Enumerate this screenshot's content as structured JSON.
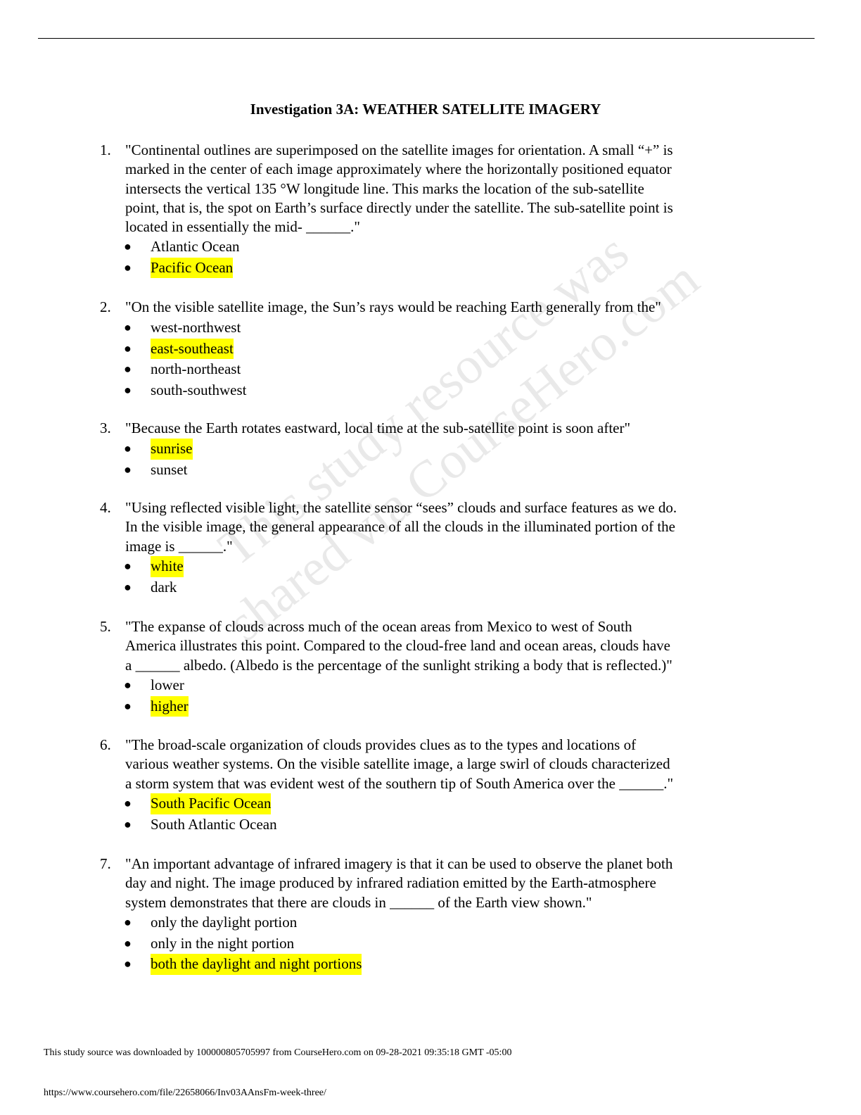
{
  "title": "Investigation 3A:  WEATHER SATELLITE IMAGERY",
  "questions": [
    {
      "number": "1.",
      "text": "\"Continental outlines are superimposed on the satellite images for orientation. A small “+” is\nmarked in the center of each image approximately where the horizontally positioned equator\nintersects the vertical 135 °W longitude line. This marks the location of the sub-satellite\npoint, that is, the spot on Earth’s surface directly under the satellite. The sub-satellite point is\nlocated in essentially the mid- ______.\"",
      "options": [
        {
          "label": "Atlantic Ocean",
          "highlighted": false
        },
        {
          "label": "Pacific Ocean",
          "highlighted": true
        }
      ]
    },
    {
      "number": "2.",
      "text": "\"On the visible satellite image, the Sun’s rays would be reaching Earth generally from the\"",
      "options": [
        {
          "label": "west-northwest",
          "highlighted": false
        },
        {
          "label": "east-southeast",
          "highlighted": true
        },
        {
          "label": "north-northeast",
          "highlighted": false
        },
        {
          "label": "south-southwest",
          "highlighted": false
        }
      ]
    },
    {
      "number": "3.",
      "text": "\"Because the Earth rotates eastward, local time at the sub-satellite point is soon after\"",
      "options": [
        {
          "label": "sunrise",
          "highlighted": true
        },
        {
          "label": "sunset",
          "highlighted": false
        }
      ]
    },
    {
      "number": "4.",
      "text": "\"Using reflected visible light, the satellite sensor “sees” clouds and surface features as we do.\nIn the visible image, the general appearance of all the clouds in the illuminated portion of the\nimage is ______.\"",
      "options": [
        {
          "label": "white",
          "highlighted": true
        },
        {
          "label": "dark",
          "highlighted": false
        }
      ]
    },
    {
      "number": "5.",
      "text": "\"The expanse of clouds across much of the ocean areas from Mexico to west of South\nAmerica illustrates this point. Compared to the cloud-free land and ocean areas, clouds have\na ______ albedo. (Albedo is the percentage of the sunlight striking a body that is reflected.)\"",
      "options": [
        {
          "label": "lower",
          "highlighted": false
        },
        {
          "label": "higher",
          "highlighted": true
        }
      ]
    },
    {
      "number": "6.",
      "text": "\"The broad-scale organization of clouds provides clues as to the types and locations of\nvarious weather systems. On the visible satellite image, a large swirl of clouds characterized\na storm system that was evident west of the southern tip of South America over the ______.\"",
      "options": [
        {
          "label": "South Pacific Ocean",
          "highlighted": true
        },
        {
          "label": "South Atlantic Ocean",
          "highlighted": false
        }
      ]
    },
    {
      "number": "7.",
      "text": "\"An important advantage of infrared imagery is that it can be used to observe the planet both\nday and night. The image produced by infrared radiation emitted by the Earth-atmosphere\nsystem demonstrates that there are clouds in ______ of the Earth view shown.\"",
      "options": [
        {
          "label": "only the daylight portion",
          "highlighted": false
        },
        {
          "label": "only in the night portion",
          "highlighted": false
        },
        {
          "label": "both the daylight and night portions",
          "highlighted": true
        }
      ]
    }
  ],
  "watermark": {
    "line1": "This study resource was",
    "line2": "shared via CourseHero.com"
  },
  "footer": {
    "download_notice": "This study source was downloaded by 100000805705997 from CourseHero.com on 09-28-2021 09:35:18 GMT -05:00",
    "url": "https://www.coursehero.com/file/22658066/Inv03AAnsFm-week-three/"
  },
  "colors": {
    "highlight": "#ffff00",
    "text": "#000000"
  }
}
